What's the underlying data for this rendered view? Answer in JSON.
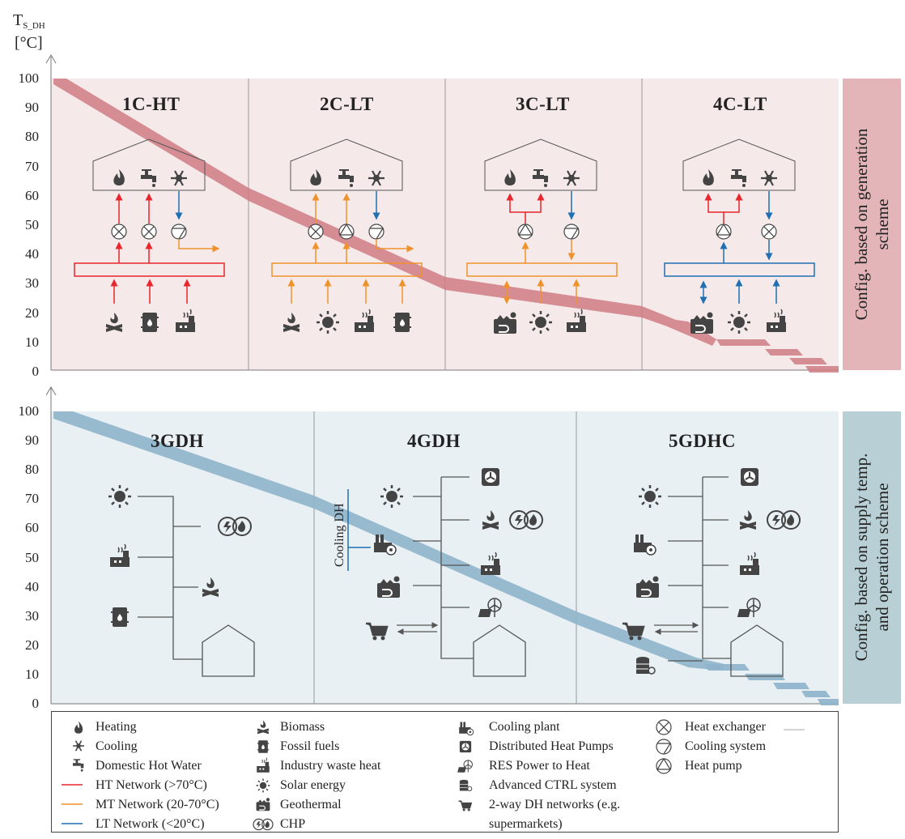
{
  "yaxis": {
    "label_main": "T",
    "label_sub": "S_DH",
    "label_unit": "[°C]",
    "ticks_top": [
      "100",
      "90",
      "80",
      "70",
      "60",
      "50",
      "40",
      "30",
      "20",
      "10",
      "0"
    ],
    "ticks_bottom": [
      "100",
      "90",
      "80",
      "70",
      "60",
      "50",
      "40",
      "30",
      "20",
      "10",
      "0"
    ]
  },
  "top_panel": {
    "side_label_line1": "Config. based on generation",
    "side_label_line2": "scheme",
    "sections": [
      "1C-HT",
      "2C-LT",
      "3C-LT",
      "4C-LT"
    ]
  },
  "bottom_panel": {
    "side_label_line1": "Config. based on supply temp.",
    "side_label_line2": "and operation scheme",
    "sections": [
      "3GDH",
      "4GDH",
      "5GDHC"
    ],
    "cooling_label": "Cooling DH"
  },
  "colors": {
    "ht": "#e8262b",
    "mt": "#f0922b",
    "lt": "#1f6fb2",
    "top_bg": "#f5e9ea",
    "bottom_bg": "#e9f0f4",
    "top_band": "#cf7d84",
    "bottom_band": "#8fb4cb",
    "top_side": "#e3b4b8",
    "bottom_side": "#b7cfd5",
    "icon": "#444444"
  },
  "legend": {
    "col1": [
      "Heating",
      "Cooling",
      "Domestic Hot Water",
      "HT Network (>70°C)",
      "MT Network (20-70°C)",
      "LT Network (<20°C)"
    ],
    "col2": [
      "Biomass",
      "Fossil fuels",
      "Industry waste heat",
      "Solar energy",
      "Geothermal",
      "CHP"
    ],
    "col3": [
      "Cooling plant",
      "Distributed Heat Pumps",
      "RES Power to Heat",
      "Advanced CTRL system",
      "2-way DH networks (e.g.",
      "supermarkets)"
    ],
    "col4": [
      "Heat exchanger",
      "Cooling system",
      "Heat pump"
    ]
  }
}
